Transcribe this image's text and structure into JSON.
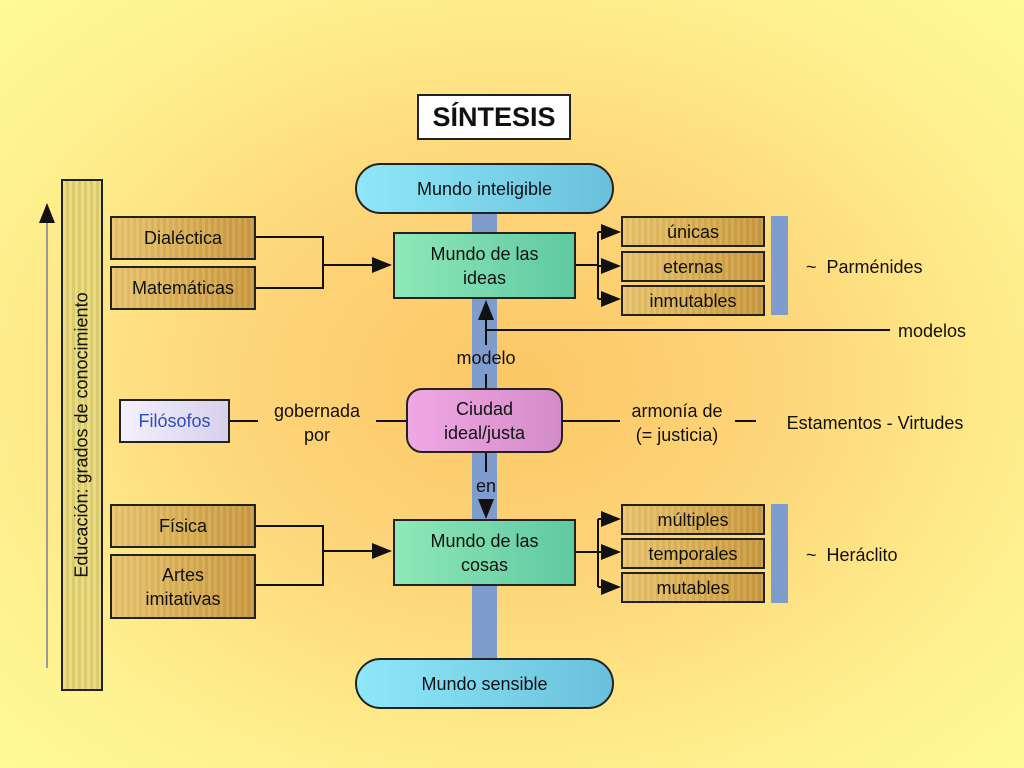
{
  "title": "SÍNTESIS",
  "side_label": "Educación: grados de conocimiento",
  "worlds": {
    "intelligible": "Mundo inteligible",
    "sensible": "Mundo sensible"
  },
  "ideas": {
    "label": "Mundo de las ideas",
    "sources": [
      "Dialéctica",
      "Matemáticas"
    ],
    "traits": [
      "únicas",
      "eternas",
      "inmutables"
    ],
    "philosopher": "~  Parménides"
  },
  "things": {
    "label": "Mundo de las cosas",
    "sources": [
      "Física",
      "Artes imitativas"
    ],
    "traits": [
      "múltiples",
      "temporales",
      "mutables"
    ],
    "philosopher": "~  Heráclito"
  },
  "city": {
    "label": "Ciudad ideal/justa",
    "governed_by": "gobernada por",
    "rulers": "Filósofos",
    "harmony": "armonía de (= justicia)",
    "estates": "Estamentos - Virtudes",
    "model": "modelo",
    "in": "en",
    "models": "modelos"
  },
  "colors": {
    "gold": "#d7aa4e",
    "green": "#6fd3a8",
    "cyan": "#7dd6ec",
    "pink": "#e8a0dc",
    "blue": "#7f9dcc"
  }
}
